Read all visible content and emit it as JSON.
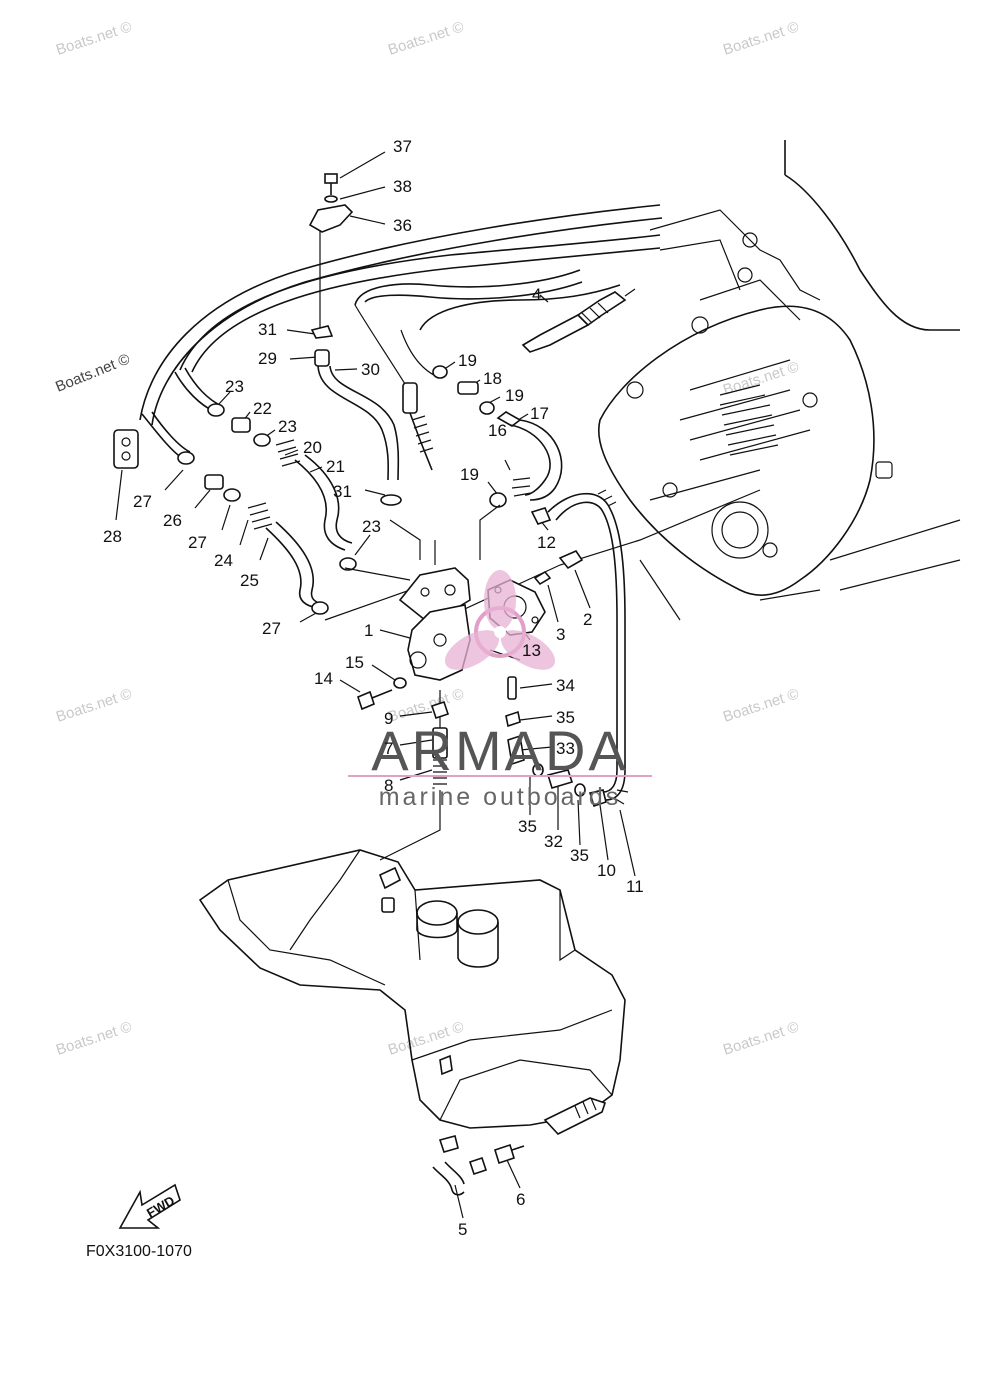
{
  "diagram_code": "F0X3100-1070",
  "watermarks": [
    "Boats.net ©",
    "Boats.net ©",
    "Boats.net ©",
    "Boats.net ©",
    "Boats.net ©",
    "Boats.net ©",
    "Boats.net ©",
    "Boats.net ©",
    "Boats.net ©",
    "Boats.net ©"
  ],
  "armada": {
    "title": "ARMADA",
    "subtitle": "marine outboards"
  },
  "fwd_label": "FWD",
  "callouts": [
    "37",
    "38",
    "36",
    "4",
    "31",
    "29",
    "30",
    "19",
    "18",
    "19",
    "17",
    "23",
    "22",
    "23",
    "20",
    "21",
    "16",
    "19",
    "31",
    "27",
    "26",
    "27",
    "24",
    "25",
    "28",
    "23",
    "12",
    "2",
    "3",
    "27",
    "1",
    "13",
    "15",
    "14",
    "34",
    "9",
    "35",
    "7",
    "33",
    "8",
    "35",
    "32",
    "35",
    "10",
    "11",
    "6",
    "5"
  ],
  "colors": {
    "ink": "#111111",
    "watermark": "#c9c9c9",
    "logo_pink": "#e0a0c8",
    "logo_gray": "#555555"
  }
}
